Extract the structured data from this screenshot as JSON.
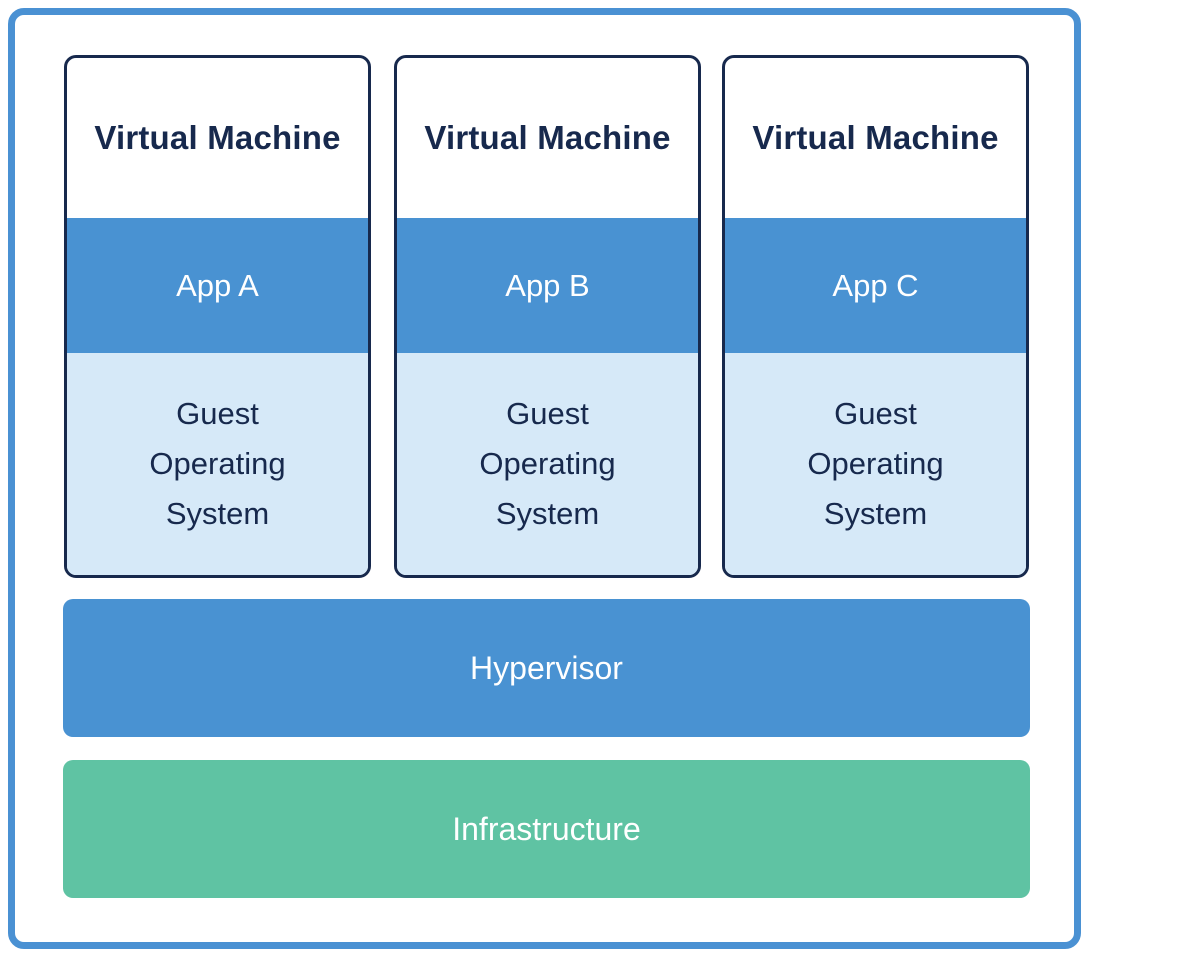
{
  "vms": [
    {
      "title": "Virtual Machine",
      "app_label": "App A",
      "os_lines": [
        "Guest",
        "Operating",
        "System"
      ]
    },
    {
      "title": "Virtual Machine",
      "app_label": "App B",
      "os_lines": [
        "Guest",
        "Operating",
        "System"
      ]
    },
    {
      "title": "Virtual Machine",
      "app_label": "App C",
      "os_lines": [
        "Guest",
        "Operating",
        "System"
      ]
    }
  ],
  "layers": {
    "hypervisor": {
      "label": "Hypervisor"
    },
    "infrastructure": {
      "label": "Infrastructure"
    }
  },
  "colors": {
    "frame_border": "#4A91D3",
    "vm_outline": "#17294D",
    "app_band_bg": "#4992D2",
    "guest_os_bg": "#D6E9F8",
    "hypervisor_bg": "#4992D2",
    "infrastructure_bg": "#5FC3A3",
    "dark_text": "#17294D",
    "light_text": "#FFFFFF"
  }
}
